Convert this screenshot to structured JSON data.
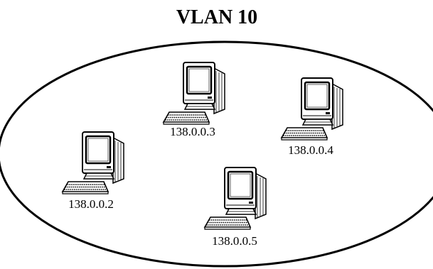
{
  "diagram": {
    "title": "VLAN 10",
    "hosts": [
      {
        "ip": "138.0.0.3",
        "icon": "desktop-computer-icon"
      },
      {
        "ip": "138.0.0.4",
        "icon": "desktop-computer-icon"
      },
      {
        "ip": "138.0.0.2",
        "icon": "desktop-computer-icon"
      },
      {
        "ip": "138.0.0.5",
        "icon": "desktop-computer-icon"
      }
    ],
    "colors": {
      "line": "#000000",
      "background": "#ffffff",
      "screen": "#ffffff"
    }
  }
}
